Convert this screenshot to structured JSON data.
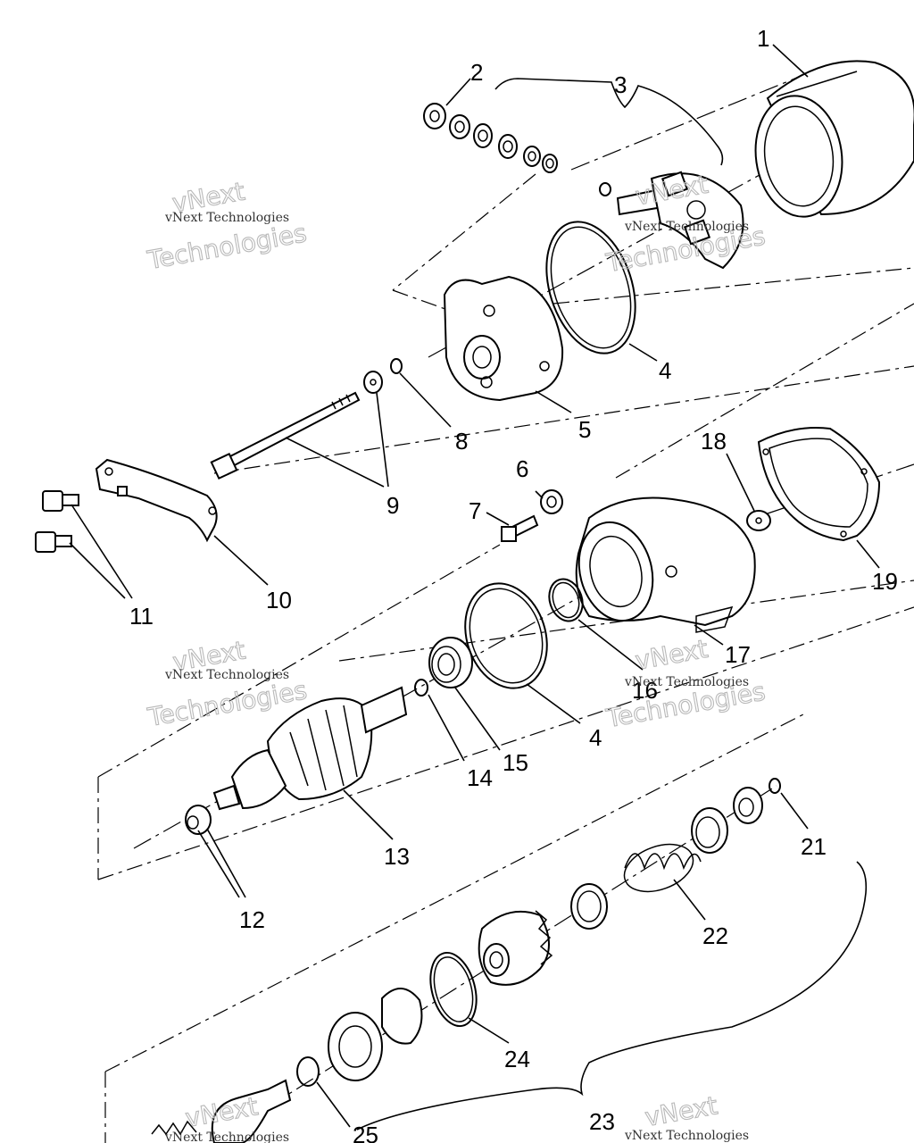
{
  "callouts": [
    {
      "id": "1",
      "text": "1"
    },
    {
      "id": "2",
      "text": "2"
    },
    {
      "id": "3",
      "text": "3"
    },
    {
      "id": "4a",
      "text": "4"
    },
    {
      "id": "5",
      "text": "5"
    },
    {
      "id": "6",
      "text": "6"
    },
    {
      "id": "7",
      "text": "7"
    },
    {
      "id": "8",
      "text": "8"
    },
    {
      "id": "9",
      "text": "9"
    },
    {
      "id": "10",
      "text": "10"
    },
    {
      "id": "11",
      "text": "11"
    },
    {
      "id": "12",
      "text": "12"
    },
    {
      "id": "13",
      "text": "13"
    },
    {
      "id": "14",
      "text": "14"
    },
    {
      "id": "15",
      "text": "15"
    },
    {
      "id": "16",
      "text": "16"
    },
    {
      "id": "17",
      "text": "17"
    },
    {
      "id": "18",
      "text": "18"
    },
    {
      "id": "19",
      "text": "19"
    },
    {
      "id": "4b",
      "text": "4"
    },
    {
      "id": "21",
      "text": "21"
    },
    {
      "id": "22",
      "text": "22"
    },
    {
      "id": "23",
      "text": "23"
    },
    {
      "id": "24",
      "text": "24"
    },
    {
      "id": "25",
      "text": "25"
    }
  ],
  "watermark": {
    "company": "vNext Technologies",
    "line1": "vNext",
    "line2": "Technologies"
  }
}
